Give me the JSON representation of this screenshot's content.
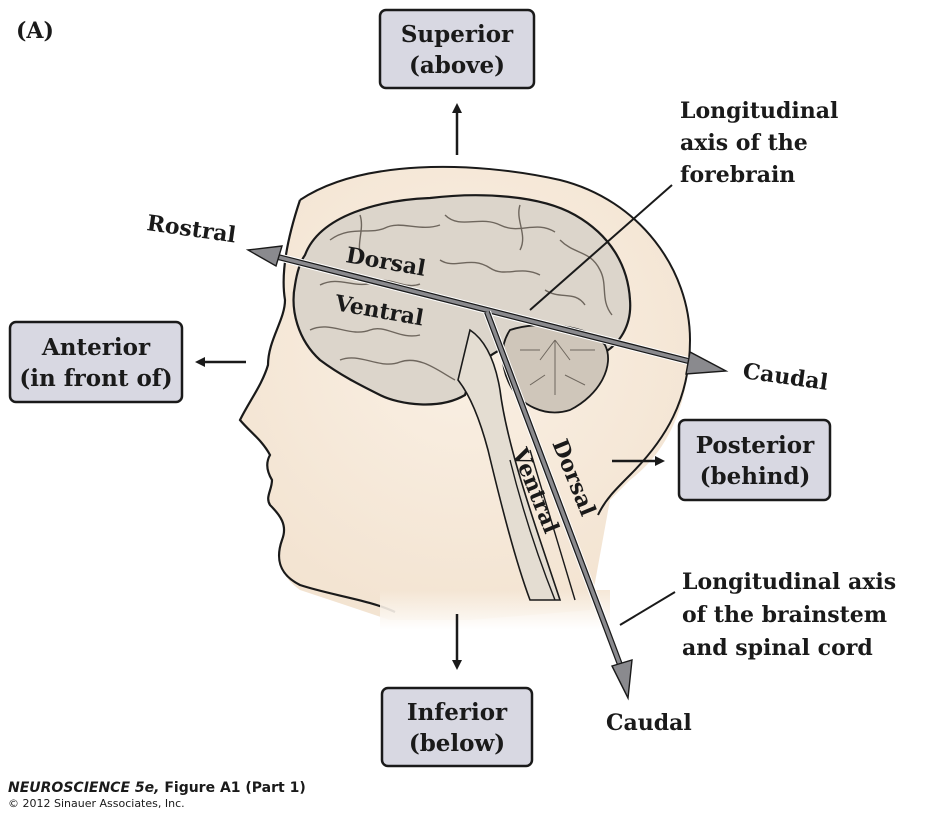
{
  "panel_label": "(A)",
  "colors": {
    "skin": "#f6e8d8",
    "brain": "#d9d2c8",
    "brain_dark": "#b8afa3",
    "outline": "#1a1a1a",
    "box_fill": "#d8d8e2",
    "axis_arrow": "#8a8a8e",
    "text": "#1a1a1a"
  },
  "direction_boxes": {
    "superior": {
      "line1": "Superior",
      "line2": "(above)"
    },
    "inferior": {
      "line1": "Inferior",
      "line2": "(below)"
    },
    "anterior": {
      "line1": "Anterior",
      "line2": "(in front of)"
    },
    "posterior": {
      "line1": "Posterior",
      "line2": "(behind)"
    }
  },
  "axis_labels": {
    "rostral": "Rostral",
    "caudal_forebrain": "Caudal",
    "caudal_spinal": "Caudal",
    "dorsal_forebrain": "Dorsal",
    "ventral_forebrain": "Ventral",
    "dorsal_spinal": "Dorsal",
    "ventral_spinal": "Ventral"
  },
  "callouts": {
    "forebrain_axis": [
      "Longitudinal",
      "axis of the",
      "forebrain"
    ],
    "spinal_axis": [
      "Longitudinal axis",
      "of the brainstem",
      "and spinal cord"
    ]
  },
  "caption": {
    "book": "NEUROSCIENCE 5e,",
    "figure": " Figure A1 (Part 1)",
    "copyright": "© 2012 Sinauer Associates, Inc."
  }
}
